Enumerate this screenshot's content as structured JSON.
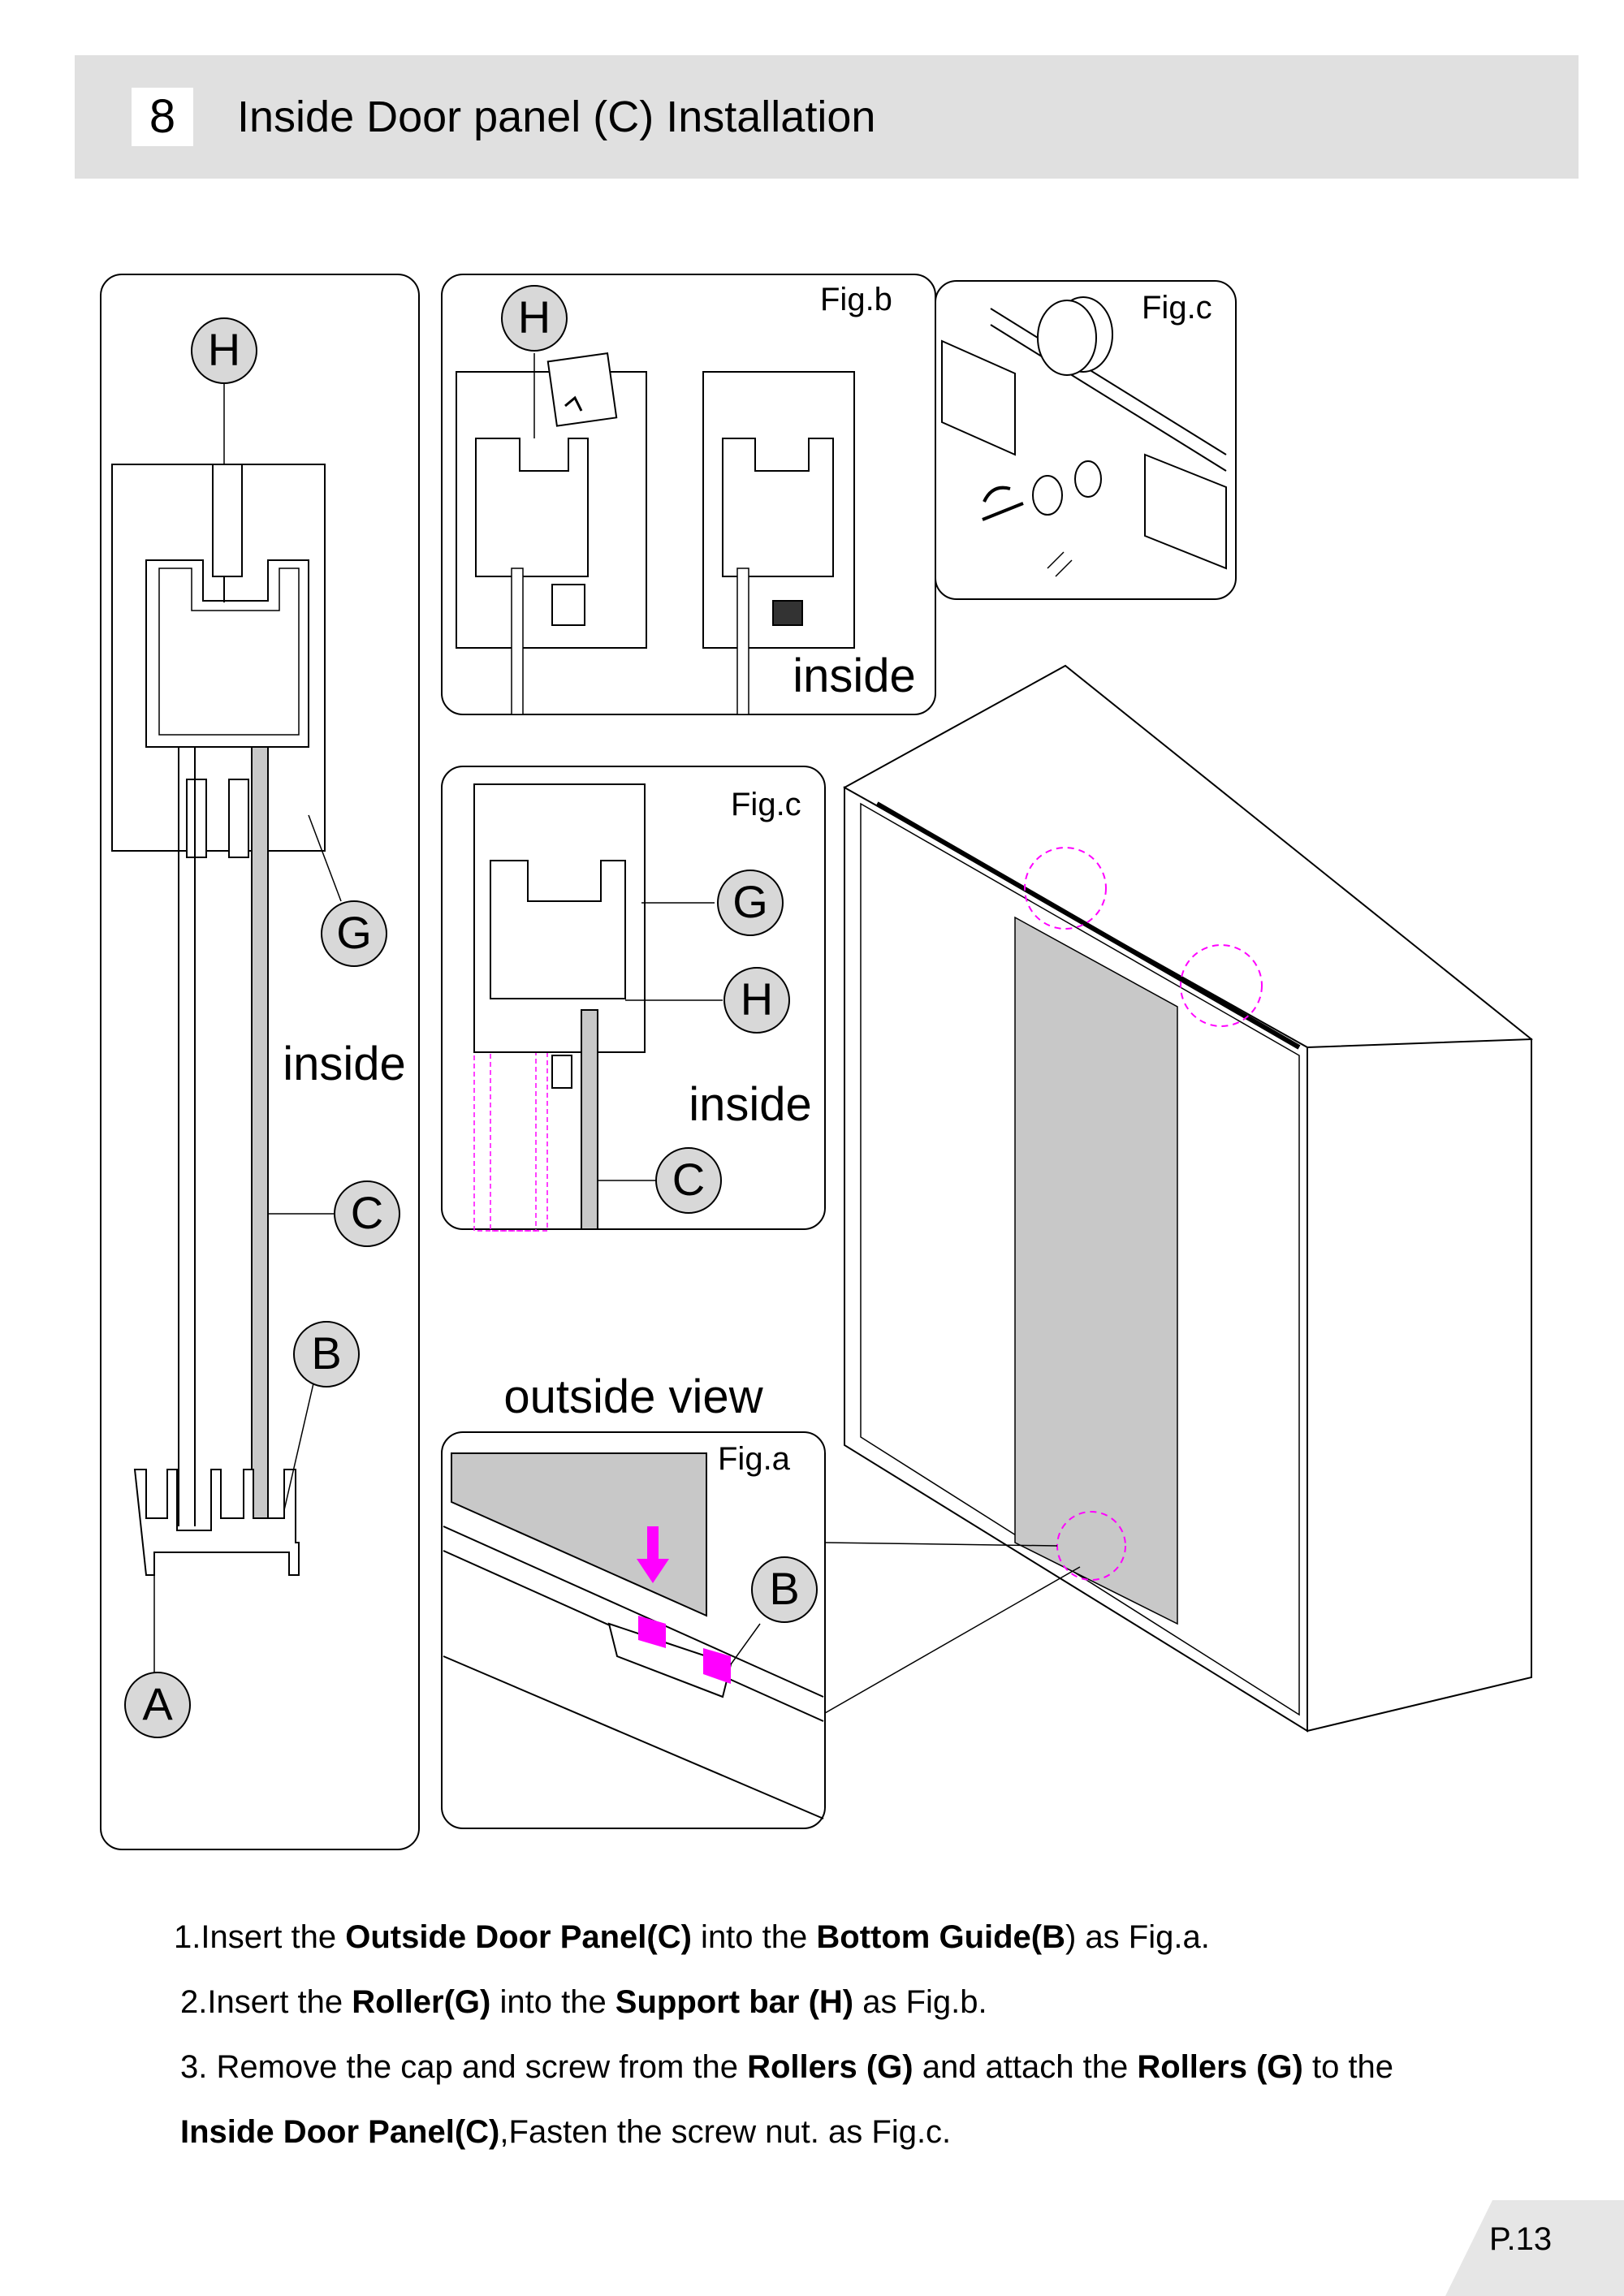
{
  "header": {
    "step_number": "8",
    "title": "Inside Door panel (C) Installation"
  },
  "figure": {
    "labels": {
      "H": "H",
      "G": "G",
      "C": "C",
      "B": "B",
      "A": "A"
    },
    "captions": {
      "fig_b": "Fig.b",
      "fig_c_top": "Fig.c",
      "fig_c_mid": "Fig.c",
      "fig_a": "Fig.a",
      "inside": "inside",
      "outside_view": "outside view"
    },
    "colors": {
      "magenta": "#ff00ff",
      "panel_gray": "#c8c8c8",
      "header_gray": "#e0e0e0",
      "corner_gray": "#e6e6e6"
    }
  },
  "instructions": {
    "step1": {
      "prefix": "1.Insert the ",
      "b1": "Outside Door Panel(C)",
      "mid": " into the ",
      "b2": "Bottom Guide(B",
      "suffix": ") as Fig.a."
    },
    "step2": {
      "prefix": "2.Insert the ",
      "b1": "Roller(G)",
      "mid": " into the ",
      "b2": "Support bar (H)",
      "suffix": " as Fig.b."
    },
    "step3": {
      "prefix": "3. Remove the cap and screw from the ",
      "b1": "Rollers (G)",
      "mid": " and attach the ",
      "b2": "Rollers (G)",
      "suffix": " to the"
    },
    "step3b": {
      "b1": "Inside Door Panel(C)",
      "suffix": ",Fasten the screw nut.  as Fig.c."
    }
  },
  "page": {
    "number": "P.13"
  }
}
